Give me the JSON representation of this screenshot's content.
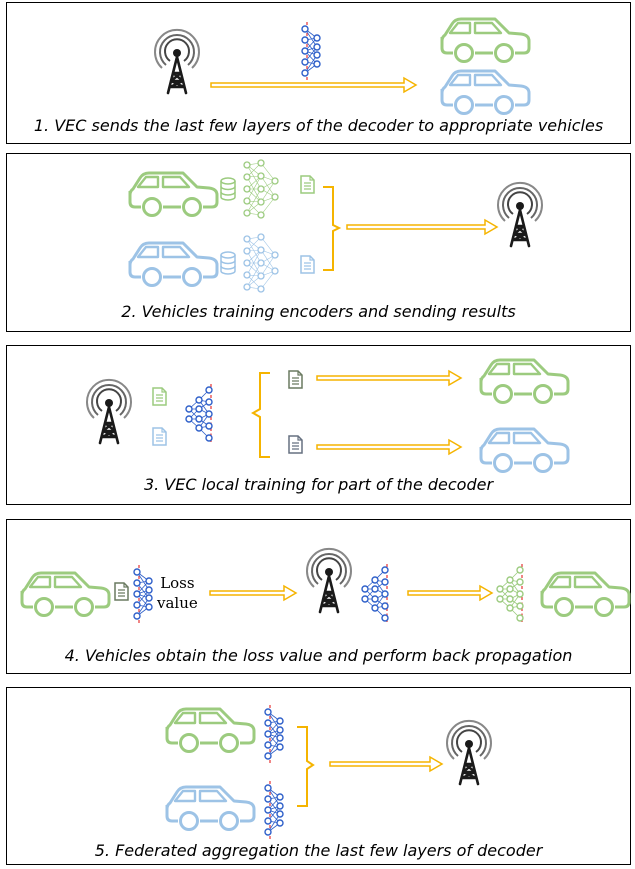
{
  "colors": {
    "green": "#9ccb7f",
    "blue": "#9dc3e6",
    "arrow": "#f5b400",
    "network": "#2e5fc9",
    "dashed": "#e84343",
    "tower": "#1a1a1a"
  },
  "panels": [
    {
      "caption": "1. VEC sends the last few layers of the decoder to appropriate vehicles"
    },
    {
      "caption": "2. Vehicles training encoders and sending results"
    },
    {
      "caption": "3. VEC local training for part of the decoder"
    },
    {
      "caption": "4. Vehicles obtain the loss value and perform back propagation",
      "loss_line1": "Loss",
      "loss_line2": "value"
    },
    {
      "caption": "5. Federated aggregation the last few layers of decoder"
    }
  ],
  "icons": [
    "tower-icon",
    "car-icon",
    "neural-network-icon",
    "document-icon",
    "database-icon",
    "arrow-icon",
    "bracket-icon"
  ]
}
